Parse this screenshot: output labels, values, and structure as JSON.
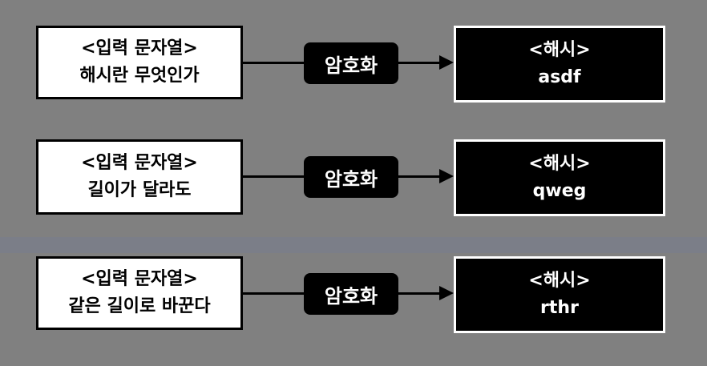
{
  "rows": [
    {
      "input_header": "<입력 문자열>",
      "input_text": "해시란 무엇인가",
      "process_label": "암호화",
      "hash_header": "<해시>",
      "hash_value": "asdf"
    },
    {
      "input_header": "<입력 문자열>",
      "input_text": "길이가 달라도",
      "process_label": "암호화",
      "hash_header": "<해시>",
      "hash_value": "qweg"
    },
    {
      "input_header": "<입력 문자열>",
      "input_text": "같은 길이로 바꾼다",
      "process_label": "암호화",
      "hash_header": "<해시>",
      "hash_value": "rthr"
    }
  ]
}
